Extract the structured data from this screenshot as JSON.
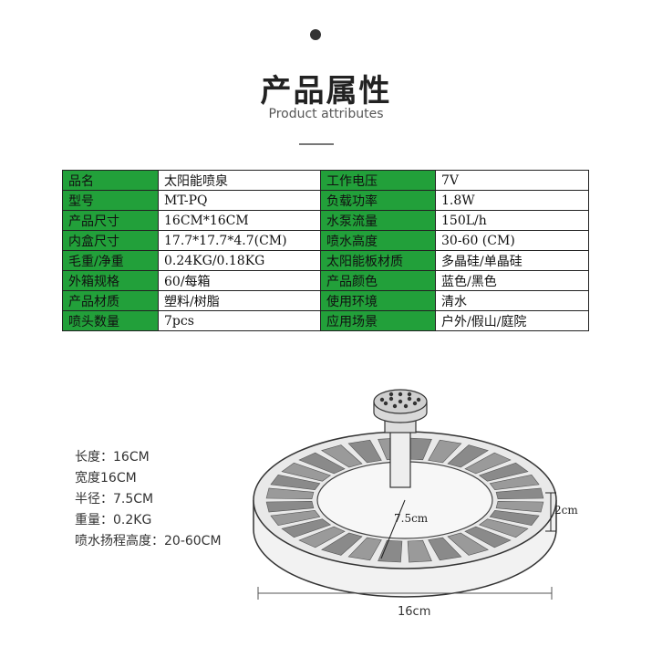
{
  "header": {
    "title": "产品属性",
    "subtitle": "Product attributes"
  },
  "attributes": {
    "rows": [
      {
        "l1": "品名",
        "v1": "太阳能喷泉",
        "l2": "工作电压",
        "v2": "7V"
      },
      {
        "l1": "型号",
        "v1": "MT-PQ",
        "l2": "负载功率",
        "v2": "1.8W"
      },
      {
        "l1": "产品尺寸",
        "v1": "16CM*16CM",
        "l2": "水泵流量",
        "v2": "150L/h"
      },
      {
        "l1": "内盒尺寸",
        "v1": "17.7*17.7*4.7(CM)",
        "l2": "喷水高度",
        "v2": "30-60 (CM)"
      },
      {
        "l1": "毛重/净重",
        "v1": "0.24KG/0.18KG",
        "l2": "太阳能板材质",
        "v2": "多晶硅/单晶硅"
      },
      {
        "l1": "外箱规格",
        "v1": "60/每箱",
        "l2": "产品颜色",
        "v2": "蓝色/黑色"
      },
      {
        "l1": "产品材质",
        "v1": "塑料/树脂",
        "l2": "使用环境",
        "v2": "清水"
      },
      {
        "l1": "喷头数量",
        "v1": "7pcs",
        "l2": "应用场景",
        "v2": "户外/假山/庭院"
      }
    ]
  },
  "specs": {
    "length": "长度：16CM",
    "width": "宽度16CM",
    "radius": "半径：7.5CM",
    "weight": "重量：0.2KG",
    "spray_height": "喷水扬程高度：20-60CM"
  },
  "diagram": {
    "radius_label": "7.5cm",
    "height_label": "2cm",
    "width_label": "16cm"
  },
  "colors": {
    "label_bg": "#22a03a"
  }
}
